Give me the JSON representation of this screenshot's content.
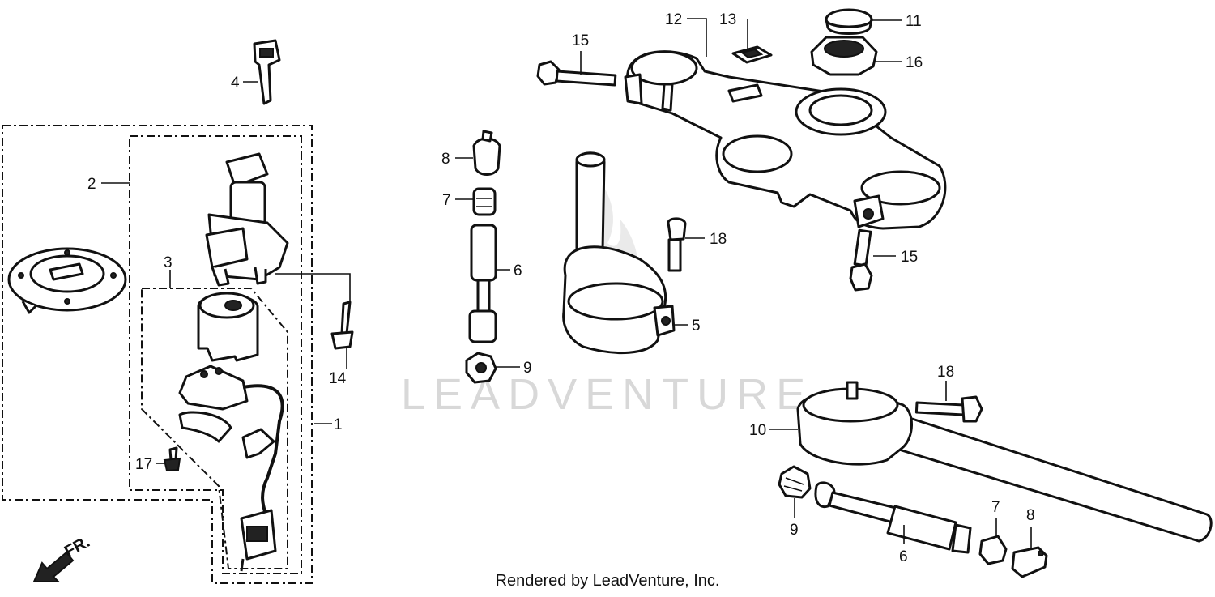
{
  "watermark": "LEADVENTURE",
  "credit": "Rendered by LeadVenture, Inc.",
  "direction_label": "FR.",
  "callouts": {
    "c1": "1",
    "c2": "2",
    "c3": "3",
    "c4": "4",
    "c5": "5",
    "c6a": "6",
    "c6b": "6",
    "c7a": "7",
    "c7b": "7",
    "c8a": "8",
    "c8b": "8",
    "c9a": "9",
    "c9b": "9",
    "c10": "10",
    "c11": "11",
    "c12": "12",
    "c13": "13",
    "c14": "14",
    "c15a": "15",
    "c15b": "15",
    "c16": "16",
    "c17": "17",
    "c18a": "18",
    "c18b": "18"
  }
}
